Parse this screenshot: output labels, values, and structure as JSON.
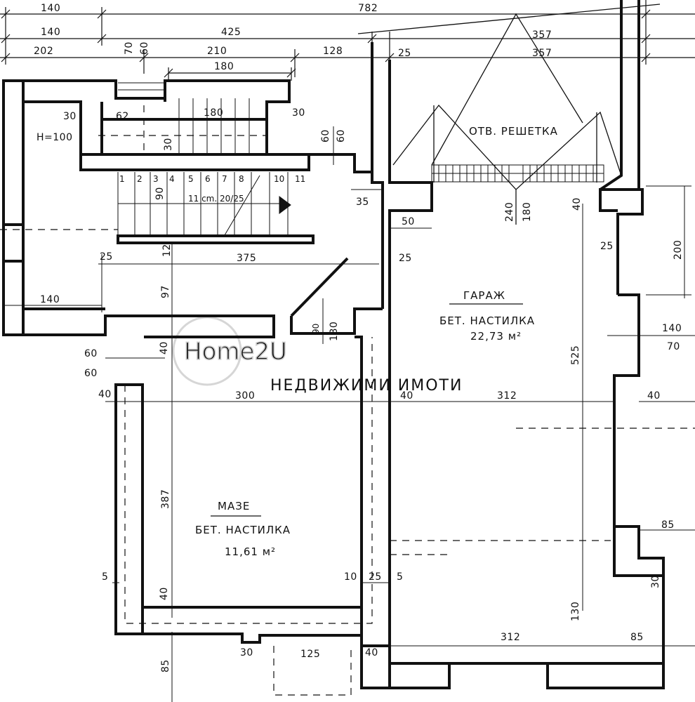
{
  "watermark": {
    "brand": "Home2U",
    "subtitle": "НЕДВИЖИМИ ИМОТИ"
  },
  "rooms": {
    "garage": {
      "name": "ГАРАЖ",
      "floor": "БЕТ. НАСТИЛКА",
      "area": "22,73 м²"
    },
    "cellar": {
      "name": "МАЗЕ",
      "floor": "БЕТ. НАСТИЛКА",
      "area": "11,61 м²"
    },
    "grate": "ОТВ. РЕШЕТКА"
  },
  "annotations": {
    "height": "H=100",
    "stair_step": "11 cm. 20/25",
    "stair_numbers": [
      "1",
      "2",
      "3",
      "4",
      "5",
      "6",
      "7",
      "8",
      "",
      "10",
      "11"
    ]
  },
  "dimensions": {
    "top_row1": [
      "140",
      "782"
    ],
    "top_row2": [
      "140",
      "425",
      "357"
    ],
    "top_row3": [
      "202",
      "210",
      "128",
      "25",
      "357"
    ],
    "stairs": [
      "180",
      "30",
      "62",
      "180",
      "30",
      "70",
      "60",
      "30",
      "60",
      "60",
      "90",
      "35",
      "12",
      "97"
    ],
    "middle": [
      "50",
      "25",
      "375",
      "25",
      "140",
      "180",
      "90",
      "240",
      "180",
      "40",
      "25",
      "200"
    ],
    "cellar": [
      "60",
      "60",
      "40",
      "40",
      "300",
      "40",
      "312",
      "40",
      "387",
      "5",
      "40",
      "10",
      "25",
      "5"
    ],
    "garage": [
      "525",
      "140",
      "70",
      "85",
      "30",
      "130",
      "312",
      "85"
    ],
    "bottom": [
      "30",
      "125",
      "40",
      "85"
    ]
  }
}
